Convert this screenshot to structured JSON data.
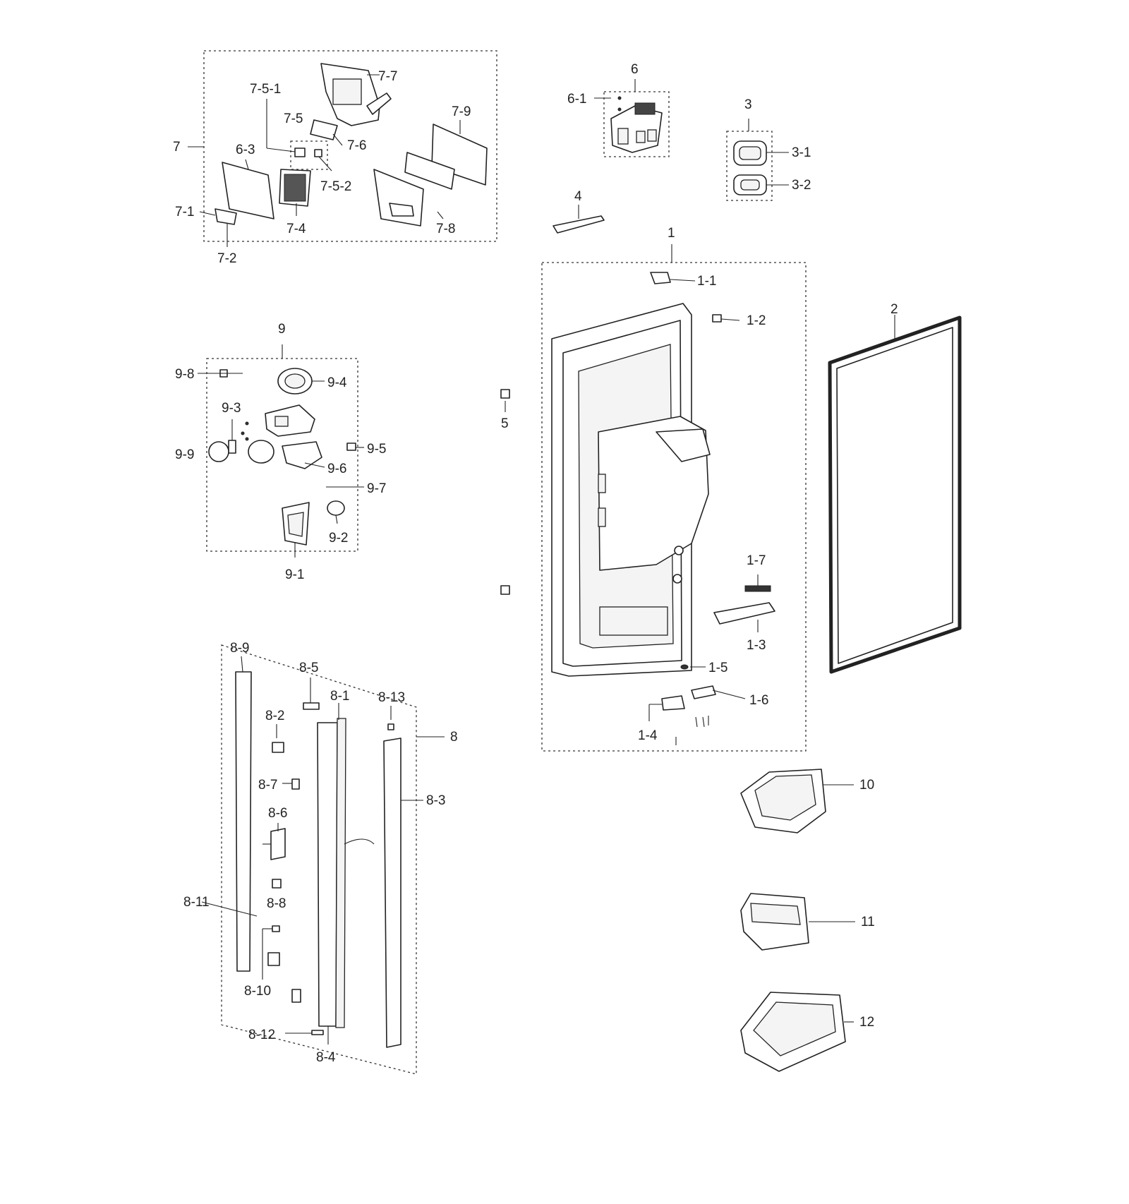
{
  "labels": {
    "g7": "7",
    "l7_7": "7-7",
    "l7_5_1": "7-5-1",
    "l7_5": "7-5",
    "l7_9": "7-9",
    "l6_3": "6-3",
    "l7_6": "7-6",
    "l7_5_2": "7-5-2",
    "l7_1": "7-1",
    "l7_4": "7-4",
    "l7_8": "7-8",
    "l7_2": "7-2",
    "g6": "6",
    "l6_1": "6-1",
    "g3": "3",
    "l3_1": "3-1",
    "l3_2": "3-2",
    "l4": "4",
    "g1": "1",
    "l1_1": "1-1",
    "l1_2": "1-2",
    "l2": "2",
    "l5": "5",
    "l1_7": "1-7",
    "l1_3": "1-3",
    "l1_5": "1-5",
    "l1_6": "1-6",
    "l1_4": "1-4",
    "g9": "9",
    "l9_8": "9-8",
    "l9_4": "9-4",
    "l9_3": "9-3",
    "l9_5": "9-5",
    "l9_9": "9-9",
    "l9_6": "9-6",
    "l9_7": "9-7",
    "l9_2": "9-2",
    "l9_1": "9-1",
    "l8_9": "8-9",
    "l8_5": "8-5",
    "l8_1": "8-1",
    "l8_13": "8-13",
    "l8_2": "8-2",
    "g8": "8",
    "l8_7": "8-7",
    "l8_3": "8-3",
    "l8_6": "8-6",
    "l8_11": "8-11",
    "l8_8": "8-8",
    "l8_10": "8-10",
    "l8_12": "8-12",
    "l8_4": "8-4",
    "l10": "10",
    "l11": "11",
    "l12": "12"
  },
  "icons": {
    "door": "refrigerator-door-icon",
    "gasket": "door-gasket-icon",
    "bin": "door-bin-icon"
  },
  "colors": {
    "line": "#222222",
    "background": "#ffffff"
  }
}
